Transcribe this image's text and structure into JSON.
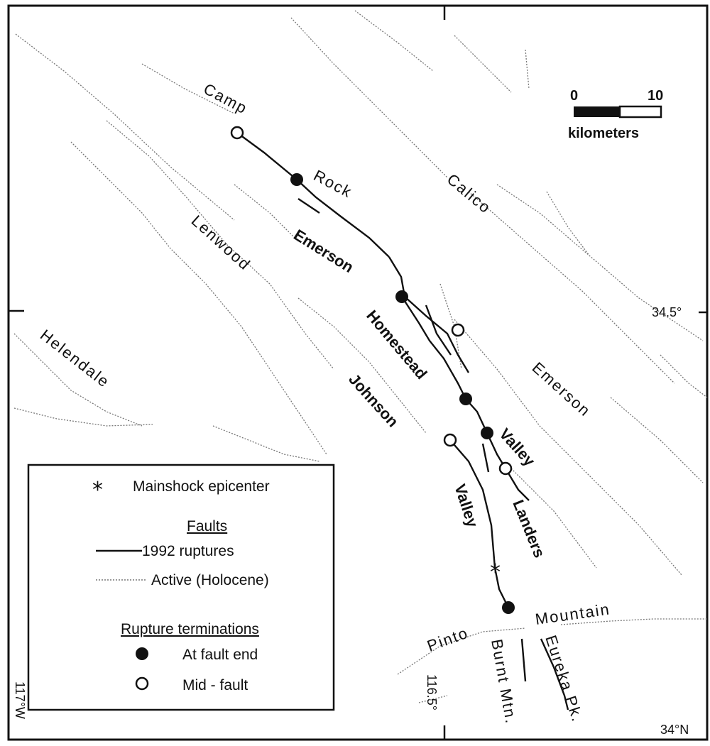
{
  "map": {
    "scale": {
      "zero": "0",
      "ten": "10",
      "unit": "kilometers"
    },
    "coords": {
      "lat_mid": "34.5°",
      "lat_bottom": "34°N",
      "lon_left": "117°W",
      "lon_mid": "116.5°"
    },
    "fault_labels": {
      "camp": "Camp",
      "rock": "Rock",
      "calico": "Calico",
      "lenwood": "Lenwood",
      "helendale": "Helendale",
      "emerson_west": "Emerson",
      "homestead": "Homestead",
      "emerson_east": "Emerson",
      "johnson": "Johnson",
      "valley_east": "Valley",
      "valley_west": "Valley",
      "landers": "Landers",
      "mountain": "Mountain",
      "pinto": "Pinto",
      "burnt_mtn": "Burnt Mtn.",
      "eureka_pk": "Eureka Pk."
    }
  },
  "legend": {
    "epicenter_symbol": "*",
    "epicenter_label": "Mainshock epicenter",
    "faults_heading": "Faults",
    "rupture_label": "1992 ruptures",
    "active_label": "Active (Holocene)",
    "terminations_heading": "Rupture terminations",
    "fault_end_label": "At fault end",
    "mid_fault_label": "Mid - fault"
  },
  "colors": {
    "ink": "#111111",
    "active_fault": "#777777",
    "background": "#ffffff"
  }
}
